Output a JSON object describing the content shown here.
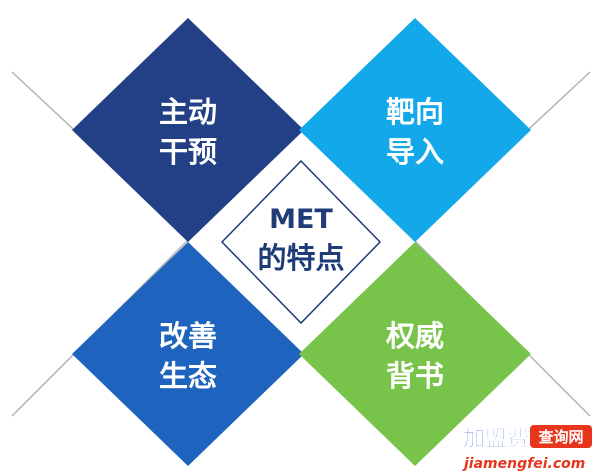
{
  "diagram": {
    "center": {
      "line1": "MET",
      "line2": "的特点",
      "color": "#1f3b78"
    },
    "cards": [
      {
        "id": "top-left",
        "line1": "主动",
        "line2": "干预",
        "color": "#233f86"
      },
      {
        "id": "top-right",
        "line1": "靶向",
        "line2": "导入",
        "color": "#12a8ea"
      },
      {
        "id": "bottom-left",
        "line1": "改善",
        "line2": "生态",
        "color": "#1e63bd"
      },
      {
        "id": "bottom-right",
        "line1": "权威",
        "line2": "背书",
        "color": "#78c44a"
      }
    ],
    "outline_color": "#b4b4b4"
  },
  "watermark": {
    "brand": "加盟费",
    "tag": "查询网",
    "url": "jiamengfei.com",
    "colors": {
      "brand": "#2a5fc9",
      "tag_bg": "#e8351e",
      "url": "#e8351e"
    }
  }
}
